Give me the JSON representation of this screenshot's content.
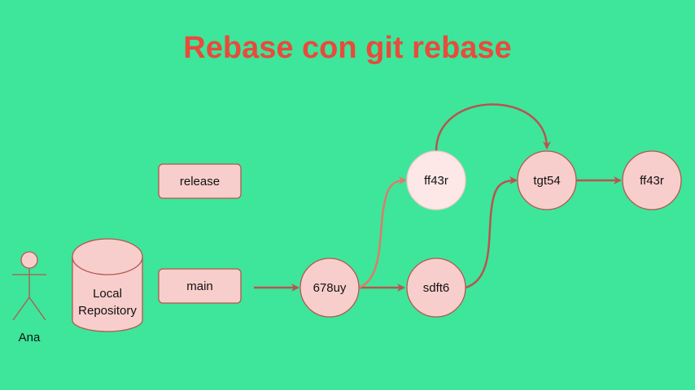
{
  "title": "Rebase con git rebase",
  "actor": {
    "label": "Ana"
  },
  "repository": {
    "label_line1": "Local",
    "label_line2": "Repository"
  },
  "branches": {
    "release": "release",
    "main": "main"
  },
  "commits": {
    "c1": "678uy",
    "c2": "ff43r",
    "c3": "sdft6",
    "c4": "tgt54",
    "c5": "ff43r"
  },
  "colors": {
    "background": "#3de69b",
    "title": "#e84b3c",
    "node_fill": "#f8cecc",
    "node_fill_light": "#fde8e7",
    "node_stroke": "#b85450",
    "arrow": "#b85450"
  }
}
